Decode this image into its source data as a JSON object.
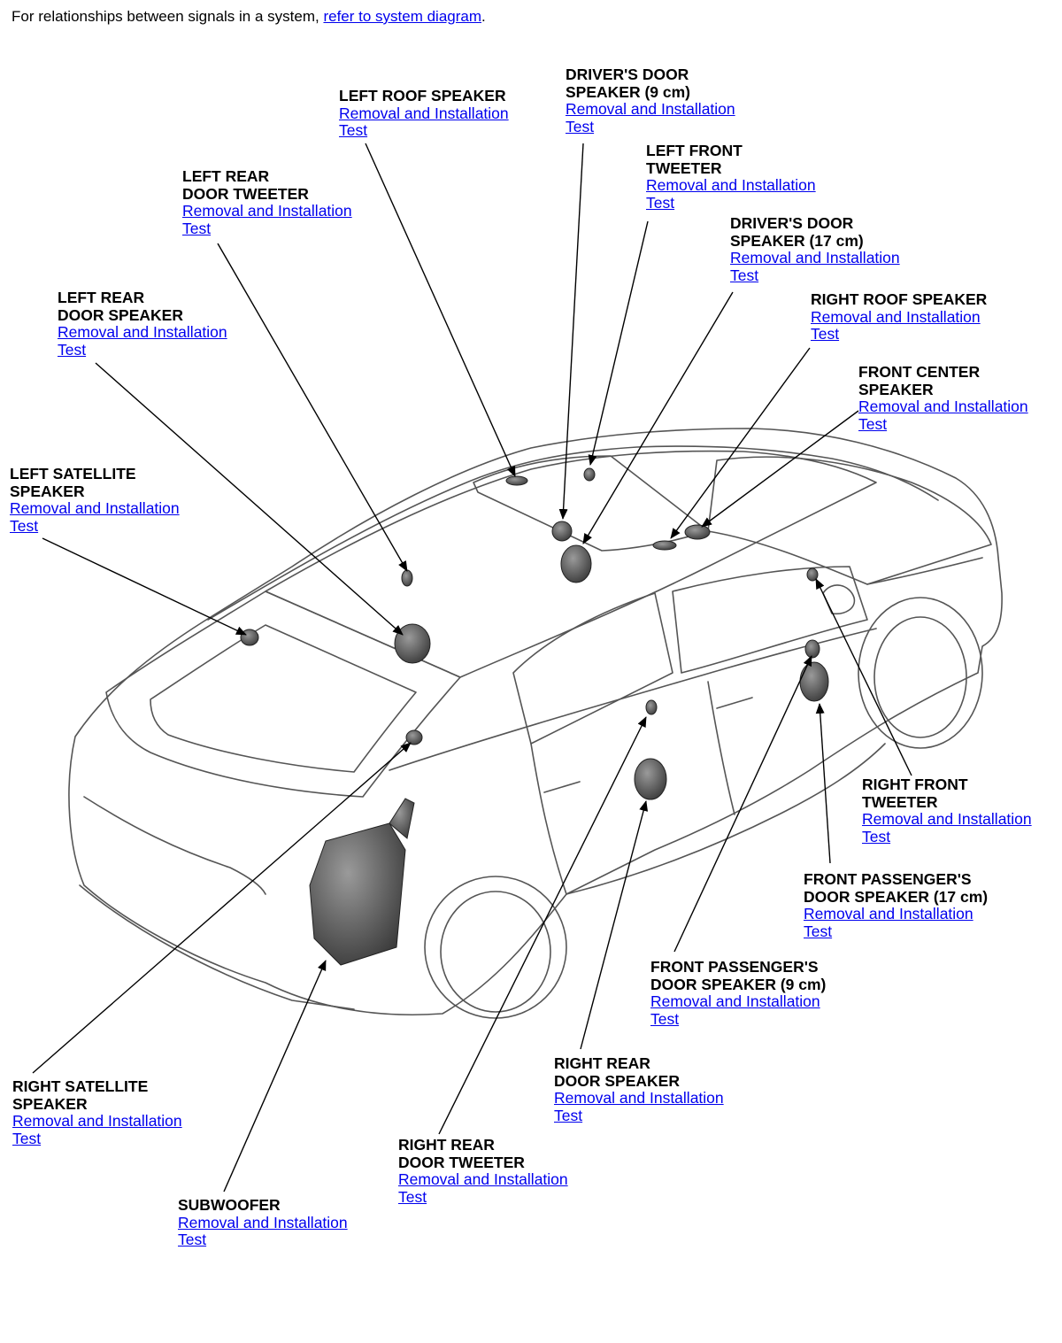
{
  "intro": {
    "text": "For relationships between signals in a system, ",
    "link": "refer to system diagram",
    "suffix": "."
  },
  "link_labels": {
    "removal": "Removal and Installation",
    "test": "Test"
  },
  "callouts": [
    {
      "id": "drivers-door-speaker-9cm",
      "title": "DRIVER'S DOOR\nSPEAKER (9 cm)"
    },
    {
      "id": "left-roof-speaker",
      "title": "LEFT ROOF SPEAKER"
    },
    {
      "id": "left-front-tweeter",
      "title": "LEFT FRONT\nTWEETER"
    },
    {
      "id": "left-rear-door-tweeter",
      "title": "LEFT REAR\nDOOR TWEETER"
    },
    {
      "id": "drivers-door-speaker-17cm",
      "title": "DRIVER'S DOOR\nSPEAKER (17 cm)"
    },
    {
      "id": "left-rear-door-speaker",
      "title": "LEFT REAR\nDOOR SPEAKER"
    },
    {
      "id": "right-roof-speaker",
      "title": "RIGHT ROOF SPEAKER"
    },
    {
      "id": "front-center-speaker",
      "title": "FRONT CENTER\nSPEAKER"
    },
    {
      "id": "left-satellite-speaker",
      "title": "LEFT SATELLITE\nSPEAKER"
    },
    {
      "id": "right-front-tweeter",
      "title": "RIGHT FRONT\nTWEETER"
    },
    {
      "id": "front-passenger-door-speaker-17cm",
      "title": "FRONT PASSENGER'S\nDOOR SPEAKER (17 cm)"
    },
    {
      "id": "front-passenger-door-speaker-9cm",
      "title": "FRONT PASSENGER'S\nDOOR SPEAKER (9 cm)"
    },
    {
      "id": "right-rear-door-speaker",
      "title": "RIGHT REAR\nDOOR SPEAKER"
    },
    {
      "id": "right-satellite-speaker",
      "title": "RIGHT SATELLITE\nSPEAKER"
    },
    {
      "id": "right-rear-door-tweeter",
      "title": "RIGHT REAR\nDOOR TWEETER"
    },
    {
      "id": "subwoofer",
      "title": "SUBWOOFER"
    }
  ]
}
